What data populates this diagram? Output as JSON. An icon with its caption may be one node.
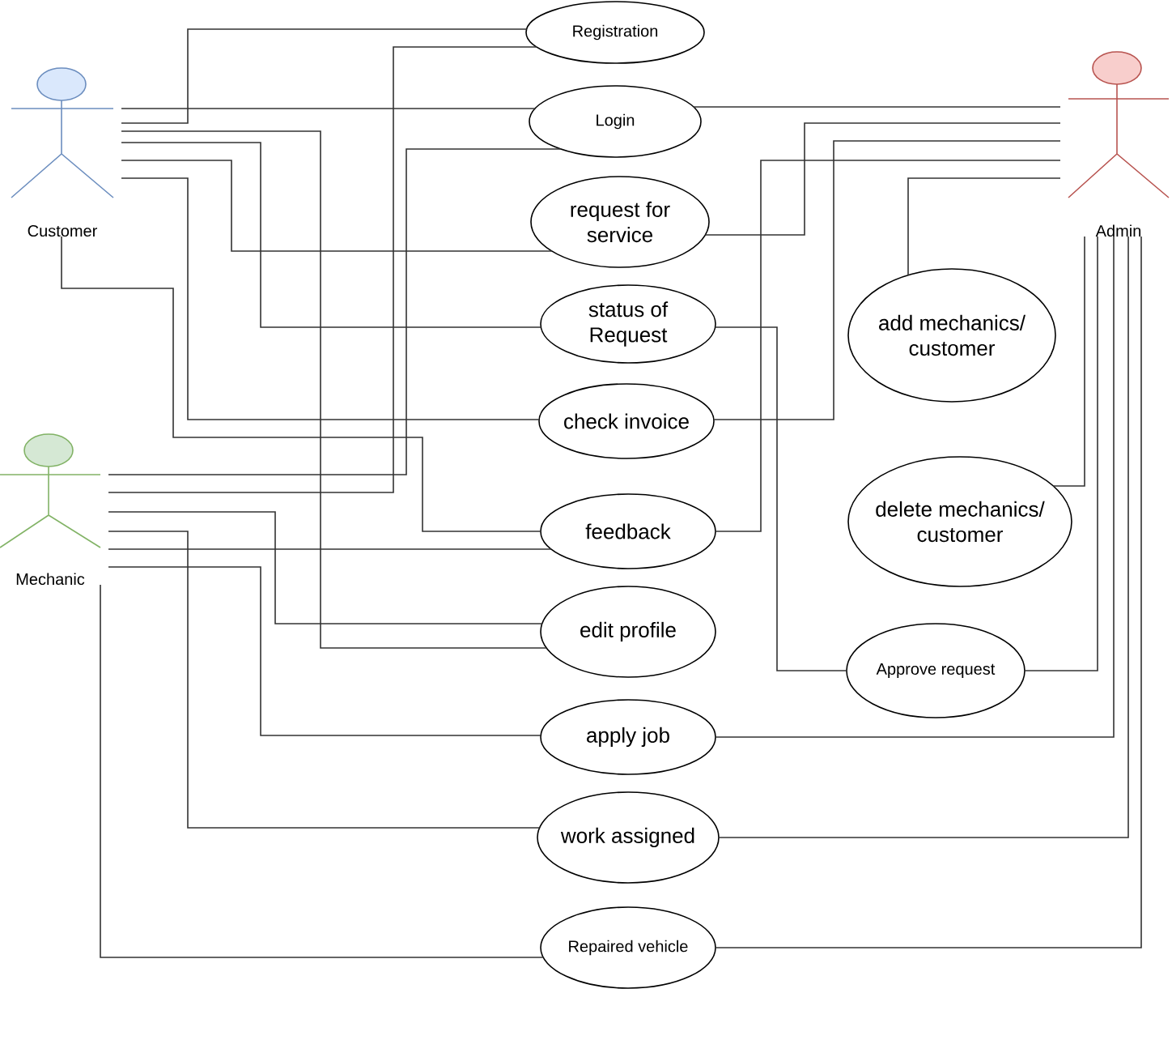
{
  "diagram": {
    "nodes": [
      {
        "text": [
          "Customer"
        ]
      },
      {
        "text": [
          "Registration"
        ]
      },
      {
        "text": [
          "Login"
        ]
      },
      {
        "text": [
          "Admin"
        ]
      },
      {
        "text": [
          "request for service"
        ]
      },
      {
        "text": [
          "status of Request"
        ]
      },
      {
        "text": [
          "add mechanics/ customer"
        ]
      },
      {
        "text": [
          "check invoice"
        ]
      },
      {
        "text": [
          "Mechanic"
        ]
      },
      {
        "text": [
          "feedback"
        ]
      },
      {
        "text": [
          "delete mechanics/ customer"
        ]
      },
      {
        "text": [
          "edit profile"
        ]
      },
      {
        "text": [
          "Approve request"
        ]
      },
      {
        "text": [
          "apply job"
        ]
      },
      {
        "text": [
          "work assigned"
        ]
      },
      {
        "text": [
          "Repaired vehicle"
        ]
      }
    ],
    "edges": [
      {
        "from": 0,
        "to": 1,
        "arrow": "none"
      },
      {
        "from": 0,
        "to": 2,
        "arrow": "none"
      },
      {
        "from": 0,
        "to": 4,
        "arrow": "none"
      },
      {
        "from": 0,
        "to": 5,
        "arrow": "none"
      },
      {
        "from": 0,
        "to": 7,
        "arrow": "none"
      },
      {
        "from": 0,
        "to": 11,
        "arrow": "none"
      },
      {
        "from": 0,
        "to": 9,
        "arrow": "none"
      },
      {
        "from": 8,
        "to": 2,
        "arrow": "none"
      },
      {
        "from": 8,
        "to": 1,
        "arrow": "none"
      },
      {
        "from": 8,
        "to": 11,
        "arrow": "none"
      },
      {
        "from": 8,
        "to": 14,
        "arrow": "none"
      },
      {
        "from": 8,
        "to": 9,
        "arrow": "none"
      },
      {
        "from": 8,
        "to": 13,
        "arrow": "none"
      },
      {
        "from": 8,
        "to": 15,
        "arrow": "none"
      },
      {
        "from": 3,
        "to": 2,
        "arrow": "none"
      },
      {
        "from": 3,
        "to": 4,
        "arrow": "none"
      },
      {
        "from": 3,
        "to": 7,
        "arrow": "none"
      },
      {
        "from": 3,
        "to": 9,
        "arrow": "none"
      },
      {
        "from": 3,
        "to": 6,
        "arrow": "none"
      },
      {
        "from": 3,
        "to": 10,
        "arrow": "none"
      },
      {
        "from": 3,
        "to": 12,
        "arrow": "none"
      },
      {
        "from": 3,
        "to": 13,
        "arrow": "none"
      },
      {
        "from": 3,
        "to": 14,
        "arrow": "none"
      },
      {
        "from": 3,
        "to": 15,
        "arrow": "none"
      },
      {
        "from": 5,
        "to": 12,
        "arrow": "none"
      }
    ]
  }
}
